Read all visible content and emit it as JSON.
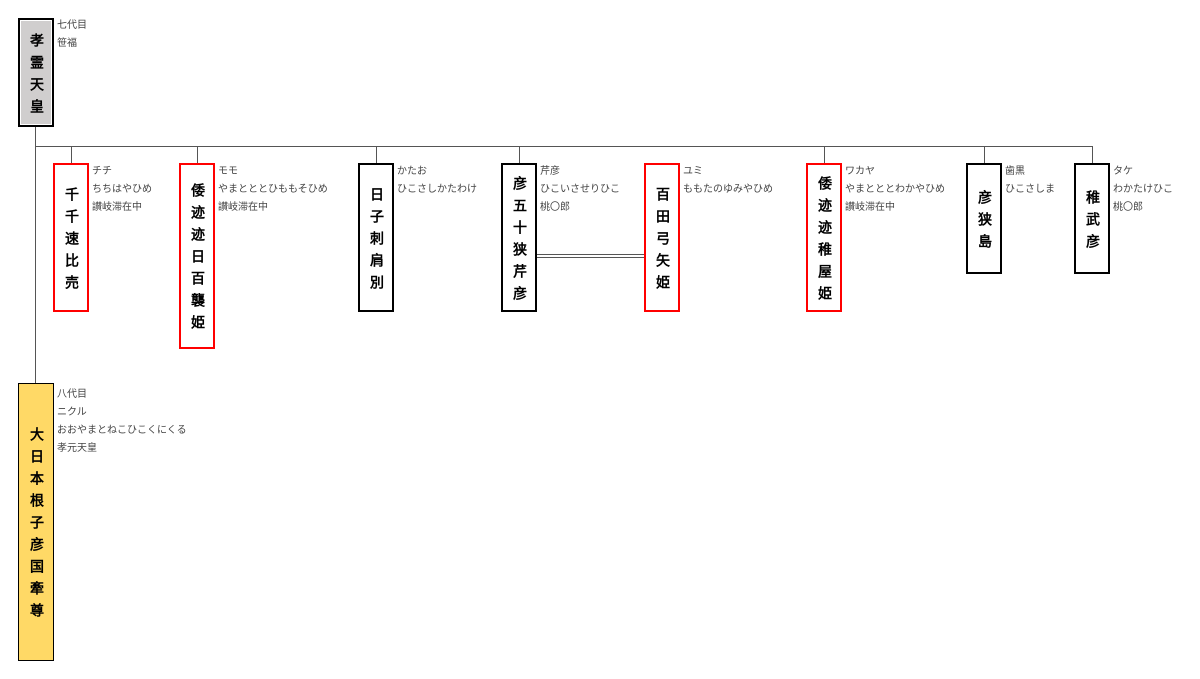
{
  "emperor": {
    "name": "孝霊天皇",
    "notes": [
      "七代目",
      "笹福"
    ]
  },
  "successor": {
    "name": "大日本根子彦国牽尊",
    "notes": [
      "八代目",
      "ニクル",
      "おおやまとねこひこくにくる",
      "孝元天皇"
    ]
  },
  "children": [
    {
      "name": "千千速比売",
      "notes": [
        "チチ",
        "ちちはやひめ",
        "讃岐滞在中"
      ],
      "color": "#ff0000"
    },
    {
      "name": "倭迹迹日百襲姫",
      "notes": [
        "モモ",
        "やまとととひももそひめ",
        "讃岐滞在中"
      ],
      "color": "#ff0000"
    },
    {
      "name": "日子刺肩別",
      "notes": [
        "かたお",
        "ひこさしかたわけ"
      ],
      "color": "#000000"
    },
    {
      "name": "彦五十狭芹彦",
      "notes": [
        "芹彦",
        "ひこいさせりひこ",
        "桃〇郎"
      ],
      "color": "#000000"
    },
    {
      "name": "百田弓矢姫",
      "notes": [
        "ユミ",
        "ももたのゆみやひめ"
      ],
      "color": "#ff0000"
    },
    {
      "name": "倭迹迹稚屋姫",
      "notes": [
        "ワカヤ",
        "やまとととわかやひめ",
        "讃岐滞在中"
      ],
      "color": "#ff0000"
    },
    {
      "name": "彦狭島",
      "notes": [
        "歯黒",
        "ひこさしま"
      ],
      "color": "#000000"
    },
    {
      "name": "稚武彦",
      "notes": [
        "タケ",
        "わかたけひこ",
        "桃〇郎"
      ],
      "color": "#000000"
    }
  ]
}
